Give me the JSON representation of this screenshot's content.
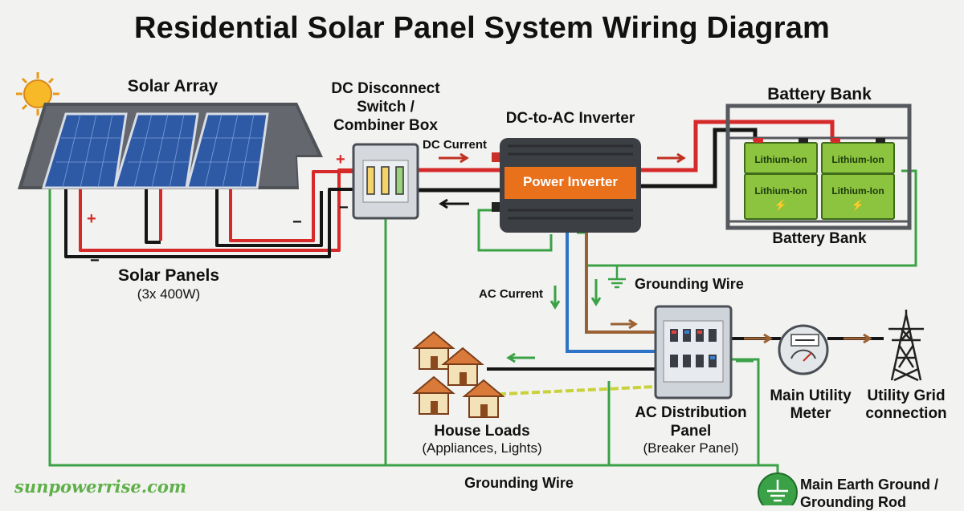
{
  "title": "Residential Solar Panel System Wiring Diagram",
  "labels": {
    "solar_array": "Solar Array",
    "solar_panels": "Solar Panels",
    "solar_panels_sub": "(3x 400W)",
    "dc_disconnect": [
      "DC Disconnect",
      "Switch /",
      "Combiner Box"
    ],
    "dc_current": "DC Current",
    "inverter_title": "DC-to-AC Inverter",
    "inverter_body": "Power Inverter",
    "battery_bank_top": "Battery Bank",
    "battery_bank_bottom": "Battery Bank",
    "battery_cell": "Lithium-Ion",
    "grounding_wire_right": "Grounding Wire",
    "ac_current": "AC Current",
    "house_loads": "House Loads",
    "house_loads_sub": "(Appliances, Lights)",
    "ac_panel": [
      "AC Distribution",
      "Panel"
    ],
    "ac_panel_sub": "(Breaker Panel)",
    "meter": [
      "Main Utility",
      "Meter"
    ],
    "grid": [
      "Utility Grid",
      "connection"
    ],
    "grounding_wire_bottom": "Grounding Wire",
    "earth_ground": [
      "Main Earth Ground /",
      "Grounding Rod"
    ],
    "plus": "+",
    "minus": "−"
  },
  "watermark": "sunpowerrise.com",
  "colors": {
    "positive": "#d62a2a",
    "negative": "#151515",
    "ground": "#3aa146",
    "ac_blue": "#2f73c8",
    "ac_brown": "#9a6133",
    "inverter": "#e9711c",
    "battery": "#8cc43f"
  }
}
